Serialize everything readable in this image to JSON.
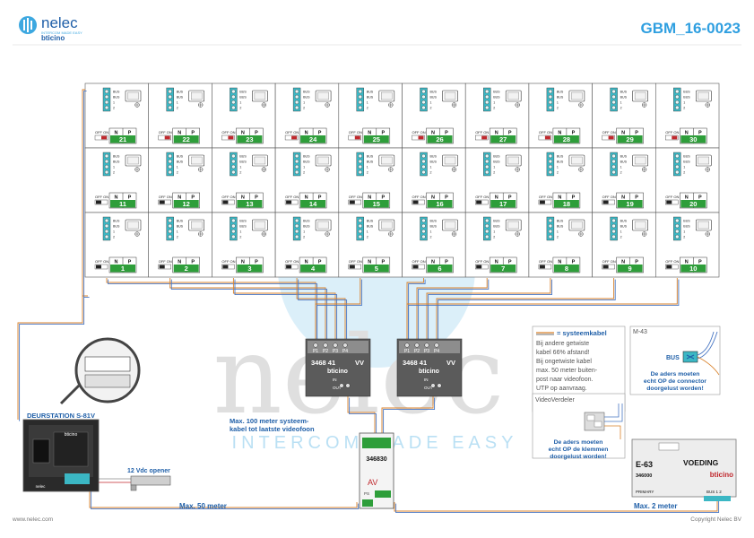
{
  "header": {
    "brand": "nelec",
    "brand_tagline": "INTERCOM MADE EASY",
    "sub_brand": "bticino",
    "doc_code": "GBM_16-0023"
  },
  "watermark": {
    "text": "nelec",
    "tagline": "INTERCOM MADE EASY"
  },
  "footer": {
    "left": "www.nelec.com",
    "right": "Copyright Nelec BV"
  },
  "indoor_units": {
    "rows": [
      [
        "21",
        "22",
        "23",
        "24",
        "25",
        "26",
        "27",
        "28",
        "29",
        "30"
      ],
      [
        "11",
        "12",
        "13",
        "14",
        "15",
        "16",
        "17",
        "18",
        "19",
        "20"
      ],
      [
        "1",
        "2",
        "3",
        "4",
        "5",
        "6",
        "7",
        "8",
        "9",
        "10"
      ]
    ],
    "terminal_labels": [
      "BUS",
      "BUS",
      "1",
      "2"
    ],
    "switch_label": "OFF ON",
    "n_label": "N",
    "p_label": "P"
  },
  "distributors": [
    {
      "code": "3468 41",
      "suffix": "VV",
      "ports": [
        "P1",
        "P2",
        "P3",
        "P4"
      ],
      "in": "IN",
      "out": "OUT",
      "brand": "bticino"
    },
    {
      "code": "3468 41",
      "suffix": "VV",
      "ports": [
        "P1",
        "P2",
        "P3",
        "P4"
      ],
      "in": "IN",
      "out": "OUT",
      "brand": "bticino"
    }
  ],
  "notes": {
    "system_cable_note": {
      "title": "= systeemkabel",
      "lines": [
        "Bij andere getwiste",
        "kabel 66% afstand!",
        "Bij ongetwiste kabel",
        "max. 50 meter buiten-",
        "post naar videofoon.",
        "UTP op aanvraag."
      ]
    },
    "m43": {
      "title": "M-43",
      "bus_label": "BUS",
      "lines": [
        "De aders moeten",
        "echt OP de connector",
        "doorgelust worden!"
      ]
    },
    "video_splitter": {
      "title": "VideoVerdeler",
      "lines": [
        "De aders moeten",
        "echt OP de klemmen",
        "doorgelust worden!"
      ]
    },
    "max100": [
      "Max. 100 meter systeem-",
      "kabel tot laatste videofoon"
    ],
    "max50": "Max. 50 meter",
    "max2": "Max. 2 meter"
  },
  "door_station": {
    "title": "DEURSTATION S-81V",
    "brand": "bticino",
    "label_small": "nelec"
  },
  "door_opener": {
    "label": "12 Vdc opener"
  },
  "module_346830": {
    "code": "346830",
    "av_label": "AV",
    "ps_label": "PS"
  },
  "power_supply": {
    "model": "E-63",
    "title": "VOEDING",
    "code": "346000",
    "brand": "bticino",
    "primary_label": "PRIMARY",
    "bus_label": "BUS 1 2"
  },
  "colors": {
    "accent_blue": "#1f5fa8",
    "brand_blue": "#3da8e0",
    "terminal_teal": "#3bb7c4",
    "unit_number_green": "#2e9e3a",
    "unit_number_green_dark": "#1b7d2a",
    "bus_led_red": "#c0282d",
    "wire_orange": "#d9822b",
    "wire_gray": "#8a8a8a",
    "wire_blue": "#4a78c4"
  }
}
